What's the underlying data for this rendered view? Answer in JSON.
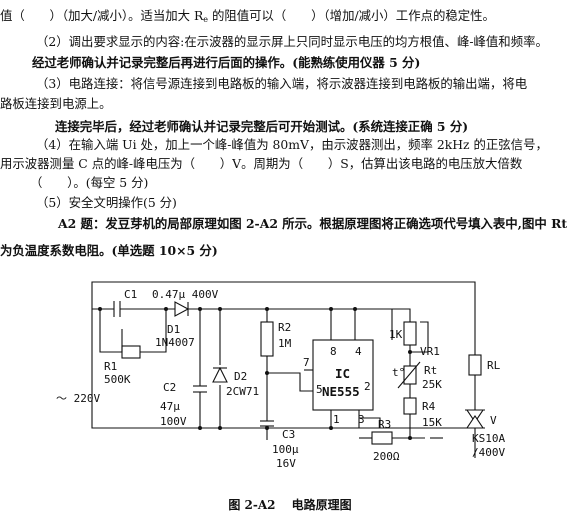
{
  "para1": {
    "text_before_sub": "值（　　）（加大/减小）。适当加大 R",
    "sub": "e",
    "text_after_sub": " 的阻值可以（　　）（增加/减小）工作点的稳定性。"
  },
  "para2": "（2）调出要求显示的内容:在示波器的显示屏上只同时显示电压的均方根值、峰-峰值和频率。",
  "para3_bold": "经过老师确认并记录完整后再进行后面的操作。(能熟练使用仪器 5 分)",
  "para4_line1": "（3）电路连接：将信号源连接到电路板的输入端，将示波器连接到电路板的输出端，将电",
  "para4_line2": "路板连接到电源上。",
  "para5_bold": "连接完毕后，经过老师确认并记录完整后可开始测试。(系统连接正确 5 分)",
  "para6_line1": "（4）在输入端 Ui 处，加上一个峰-峰值为 80mV，由示波器测出，频率 2kHz 的正弦信号，",
  "para6_line2": "用示波器测量 C 点的峰-峰电压为（　　）V。周期为（　　）S，估算出该电路的电压放大倍数",
  "para6_line3": "（　　）。(每空 5 分)",
  "para7": "（5）安全文明操作(5 分)",
  "para8_line1": "A2 题：发豆芽机的局部原理如图 2-A2 所示。根据原理图将正确选项代号填入表中,图中 Rt",
  "para8_line2": "为负温度系数电阻。(单选题 10×5 分)",
  "schematic": {
    "c1": "C1",
    "c1_value": "0.47μ 400V",
    "d1": "D1",
    "d1_model": "1N4007",
    "r1": "R1",
    "r1_value": "500K",
    "ac_source": "～ 220V",
    "c2": "C2",
    "c2_value1": "47μ",
    "c2_value2": "100V",
    "d2": "D2",
    "d2_model": "2CW71",
    "r2": "R2",
    "r2_value": "1M",
    "c3": "C3",
    "c3_value1": "100μ",
    "c3_value2": "16V",
    "ic_label": "IC",
    "ic_model": "NE555",
    "ic_model_sup": "2",
    "pin8": "8",
    "pin4": "4",
    "pin7": "7",
    "pin5": "5",
    "pin1": "1",
    "pin3": "3",
    "r3": "R3",
    "r3_value": "200Ω",
    "vr1_value": "1K",
    "vr1": "VR1",
    "rt_mark": "t°",
    "rt": "Rt",
    "rt_value": "25K",
    "r4": "R4",
    "r4_value": "15K",
    "rl": "RL",
    "triac": "V",
    "triac_model": "KS10A",
    "triac_rating": "/400V"
  },
  "caption": "图 2-A2　 电路原理图"
}
